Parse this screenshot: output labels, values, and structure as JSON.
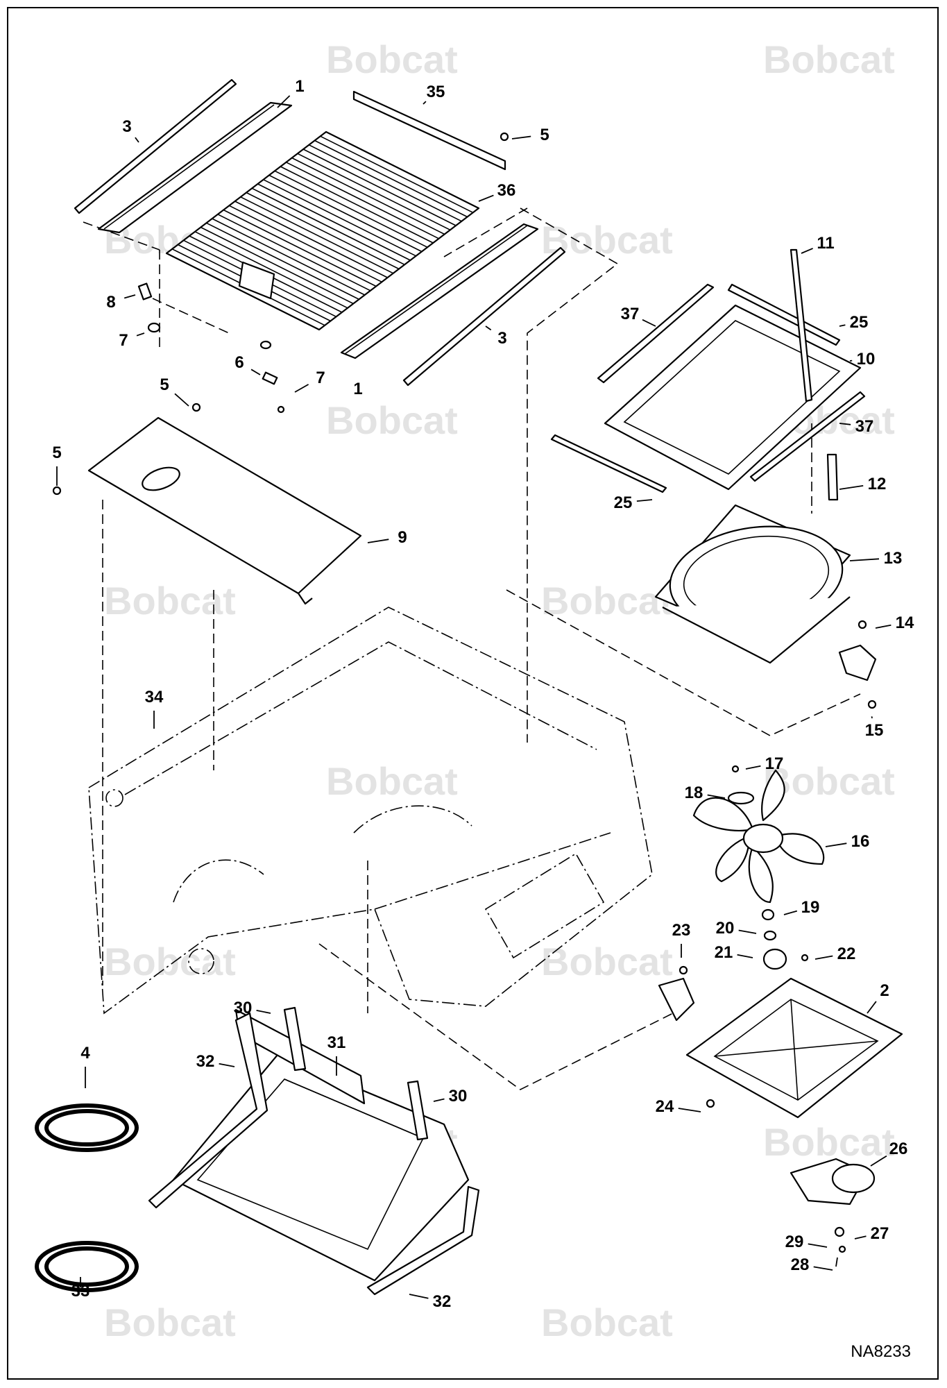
{
  "watermark": {
    "brand": "Bobcat"
  },
  "drawing_code": "NA8233",
  "callouts": [
    {
      "label": "1"
    },
    {
      "label": "35"
    },
    {
      "label": "3"
    },
    {
      "label": "5"
    },
    {
      "label": "36"
    },
    {
      "label": "11"
    },
    {
      "label": "8"
    },
    {
      "label": "7"
    },
    {
      "label": "3"
    },
    {
      "label": "37"
    },
    {
      "label": "25"
    },
    {
      "label": "6"
    },
    {
      "label": "7"
    },
    {
      "label": "1"
    },
    {
      "label": "10"
    },
    {
      "label": "5"
    },
    {
      "label": "37"
    },
    {
      "label": "5"
    },
    {
      "label": "12"
    },
    {
      "label": "25"
    },
    {
      "label": "9"
    },
    {
      "label": "13"
    },
    {
      "label": "14"
    },
    {
      "label": "34"
    },
    {
      "label": "15"
    },
    {
      "label": "17"
    },
    {
      "label": "18"
    },
    {
      "label": "16"
    },
    {
      "label": "19"
    },
    {
      "label": "20"
    },
    {
      "label": "23"
    },
    {
      "label": "21"
    },
    {
      "label": "22"
    },
    {
      "label": "2"
    },
    {
      "label": "30"
    },
    {
      "label": "31"
    },
    {
      "label": "32"
    },
    {
      "label": "4"
    },
    {
      "label": "30"
    },
    {
      "label": "24"
    },
    {
      "label": "26"
    },
    {
      "label": "27"
    },
    {
      "label": "29"
    },
    {
      "label": "28"
    },
    {
      "label": "32"
    },
    {
      "label": "33"
    }
  ]
}
